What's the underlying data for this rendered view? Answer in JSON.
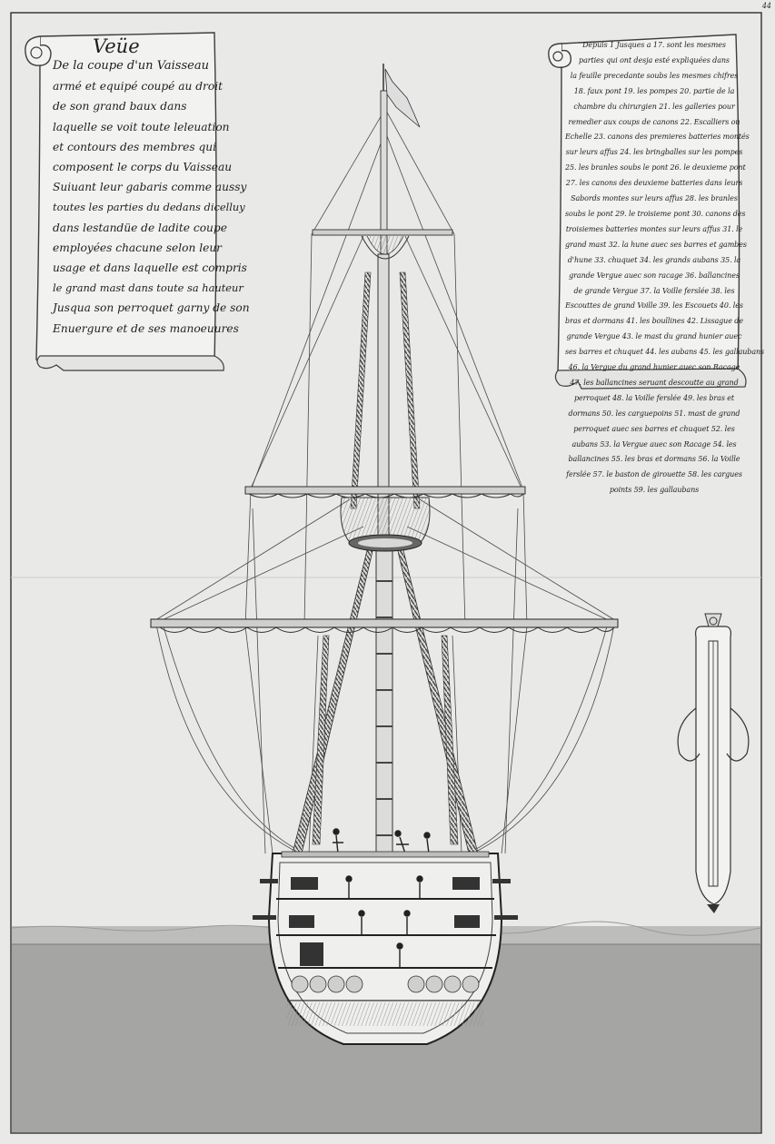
{
  "page_number": "44",
  "left_scroll": {
    "title": "Veüe",
    "lines": [
      "De la coupe d'un Vaisseau",
      "armé et equipé coupé au droit",
      "de son grand baux dans",
      "laquelle se voit toute leleuation",
      "et contours des membres qui",
      "composent le corps du Vaisseau",
      "Suiuant leur gabaris comme aussy",
      "toutes les parties du dedans dicelluy",
      "dans lestandüe de ladite coupe",
      "employées chacune selon leur",
      "usage et dans laquelle est compris",
      "le grand mast dans toute sa hauteur",
      "Jusqua son perroquet garny de son",
      "Enuergure et de ses manoeuures"
    ]
  },
  "right_scroll": {
    "lines": [
      "Depuis 1 Jusques a 17. sont les mesmes",
      "parties qui ont desja esté expliquées dans",
      "la feuille precedante soubs les mesmes chifres",
      "18. faux pont 19. les pompes 20. partie de la",
      "chambre du chirurgien 21. les galleries pour",
      "remedier aux coups de canons 22. Escalliers ou",
      "Echelle 23. canons des premieres batteries montés",
      "sur leurs affus 24. les bringballes sur les pompes",
      "25. les branles soubs le pont 26. le deuxieme pont",
      "27. les canons des deuxieme batteries dans leurs",
      "Sabords montes sur leurs affus 28. les branles",
      "soubs le pont 29. le troisieme pont 30. canons des",
      "troisiemes batteries montes sur leurs affus 31. le",
      "grand mast 32. la hune auec ses barres et gambes",
      "d'hune 33. chuquet 34. les grands aubans 35. la",
      "grande Vergue auec son racage 36. ballancines",
      "de grande Vergue 37. la Voille ferslée 38. les",
      "Escouttes de grand Voille 39. les Escouets 40. les",
      "bras et dormans 41. les boullines 42. Lissague de",
      "grande Vergue 43. le mast du grand hunier auec",
      "ses barres et chuquet 44. les aubans 45. les gallaubans",
      "46. la Vergue du grand hunier auec son Racage",
      "47. les ballancines seruant descoutte au grand",
      "perroquet 48. la Voille ferslée 49. les bras et",
      "dormans 50. les carguepoins 51. mast de grand",
      "perroquet auec ses barres et chuquet 52. les",
      "aubans 53. la Vergue auec son Racage 54. les",
      "ballancines 55. les bras et dormans 56. la Voille",
      "ferslée 57. le baston de girouette 58. les cargues",
      "points 59. les gallaubans"
    ]
  },
  "colors": {
    "paper": "#e9e9e7",
    "ink": "#2a2a2a",
    "water_surface": "#bdbdbb",
    "water_body": "#a5a5a3"
  },
  "icons": [
    "left-scroll-cartouche",
    "right-scroll-cartouche",
    "ship-cross-section",
    "mainmast",
    "pennant-flag",
    "barometer-ornament"
  ]
}
